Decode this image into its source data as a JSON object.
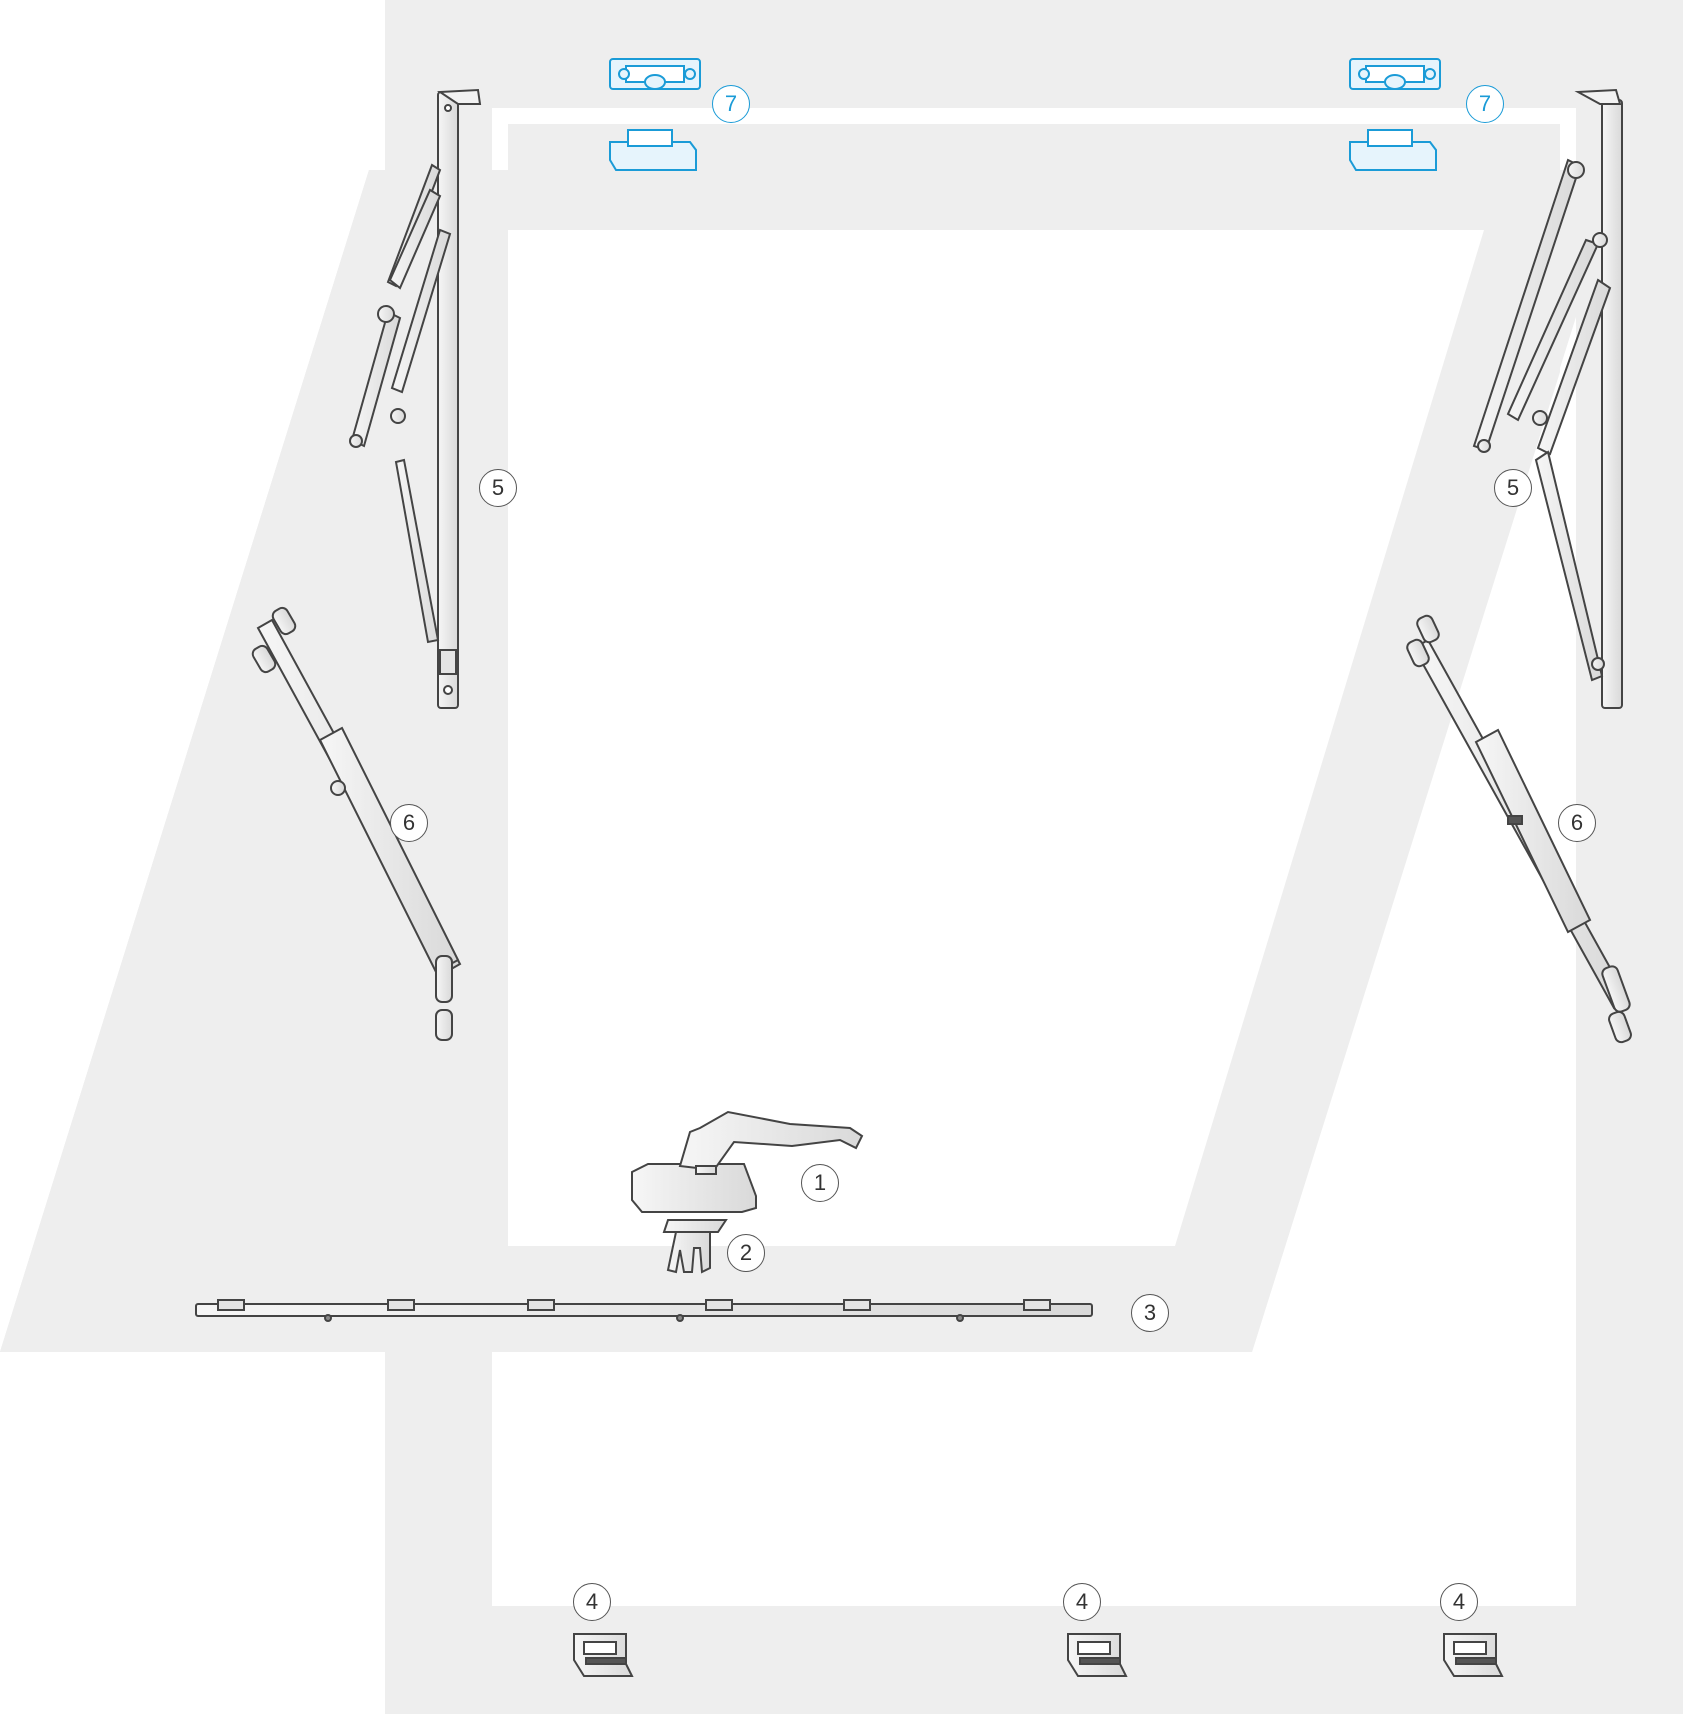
{
  "diagram": {
    "colors": {
      "frame": "#eeeeee",
      "part_stroke": "#444444",
      "part_fill": "#ffffff",
      "part_shade": "#cfcfcf",
      "highlight": "#1a9bd7",
      "highlight_fill": "#d8eefa"
    },
    "callouts": {
      "handle": "1",
      "spindle": "2",
      "espag_bar": "3",
      "keep_bottom": "4",
      "friction_stay": "5",
      "restrictor_stay": "6",
      "wedge_keep": "7"
    }
  }
}
